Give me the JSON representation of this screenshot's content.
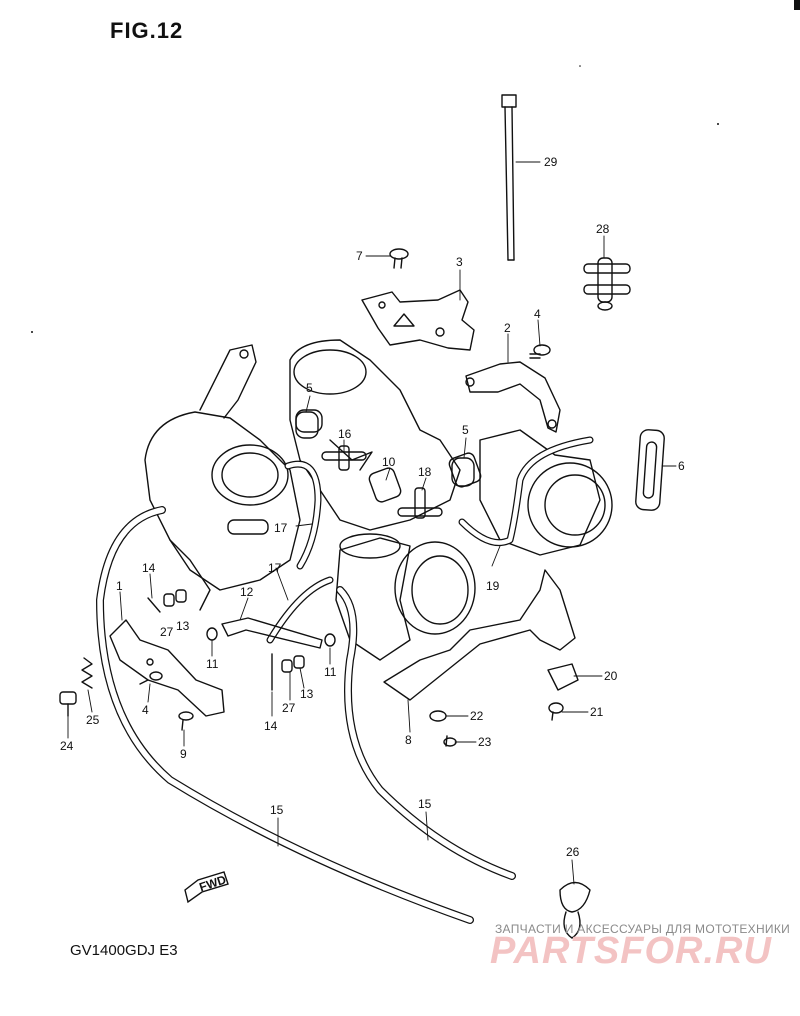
{
  "title": "FIG.12",
  "model_code": "GV1400GDJ E3",
  "fwd_label": "FWD",
  "watermark": {
    "text_ru": "ЗАПЧАСТИ И АКСЕССУАРЫ ДЛЯ МОТОТЕХНИКИ",
    "logo": "PARTSFOR.RU"
  },
  "callouts": [
    {
      "id": "c29",
      "label": "29"
    },
    {
      "id": "c28",
      "label": "28"
    },
    {
      "id": "c7",
      "label": "7"
    },
    {
      "id": "c3",
      "label": "3"
    },
    {
      "id": "c4a",
      "label": "4"
    },
    {
      "id": "c2",
      "label": "2"
    },
    {
      "id": "c5a",
      "label": "5"
    },
    {
      "id": "c16",
      "label": "16"
    },
    {
      "id": "c5b",
      "label": "5"
    },
    {
      "id": "c10",
      "label": "10"
    },
    {
      "id": "c18",
      "label": "18"
    },
    {
      "id": "c6",
      "label": "6"
    },
    {
      "id": "c17a",
      "label": "17"
    },
    {
      "id": "c17b",
      "label": "17"
    },
    {
      "id": "c19",
      "label": "19"
    },
    {
      "id": "c14a",
      "label": "14"
    },
    {
      "id": "c12",
      "label": "12"
    },
    {
      "id": "c1",
      "label": "1"
    },
    {
      "id": "c27a",
      "label": "27"
    },
    {
      "id": "c13a",
      "label": "13"
    },
    {
      "id": "c11a",
      "label": "11"
    },
    {
      "id": "c11b",
      "label": "11"
    },
    {
      "id": "c20",
      "label": "20"
    },
    {
      "id": "c21",
      "label": "21"
    },
    {
      "id": "c22",
      "label": "22"
    },
    {
      "id": "c23",
      "label": "23"
    },
    {
      "id": "c8",
      "label": "8"
    },
    {
      "id": "c27b",
      "label": "27"
    },
    {
      "id": "c13b",
      "label": "13"
    },
    {
      "id": "c14b",
      "label": "14"
    },
    {
      "id": "c4b",
      "label": "4"
    },
    {
      "id": "c9",
      "label": "9"
    },
    {
      "id": "c25",
      "label": "25"
    },
    {
      "id": "c24",
      "label": "24"
    },
    {
      "id": "c15a",
      "label": "15"
    },
    {
      "id": "c15b",
      "label": "15"
    },
    {
      "id": "c26",
      "label": "26"
    }
  ],
  "colors": {
    "line": "#111111",
    "watermark_logo": "#f3c3c3",
    "watermark_text": "#8a8a8a"
  }
}
